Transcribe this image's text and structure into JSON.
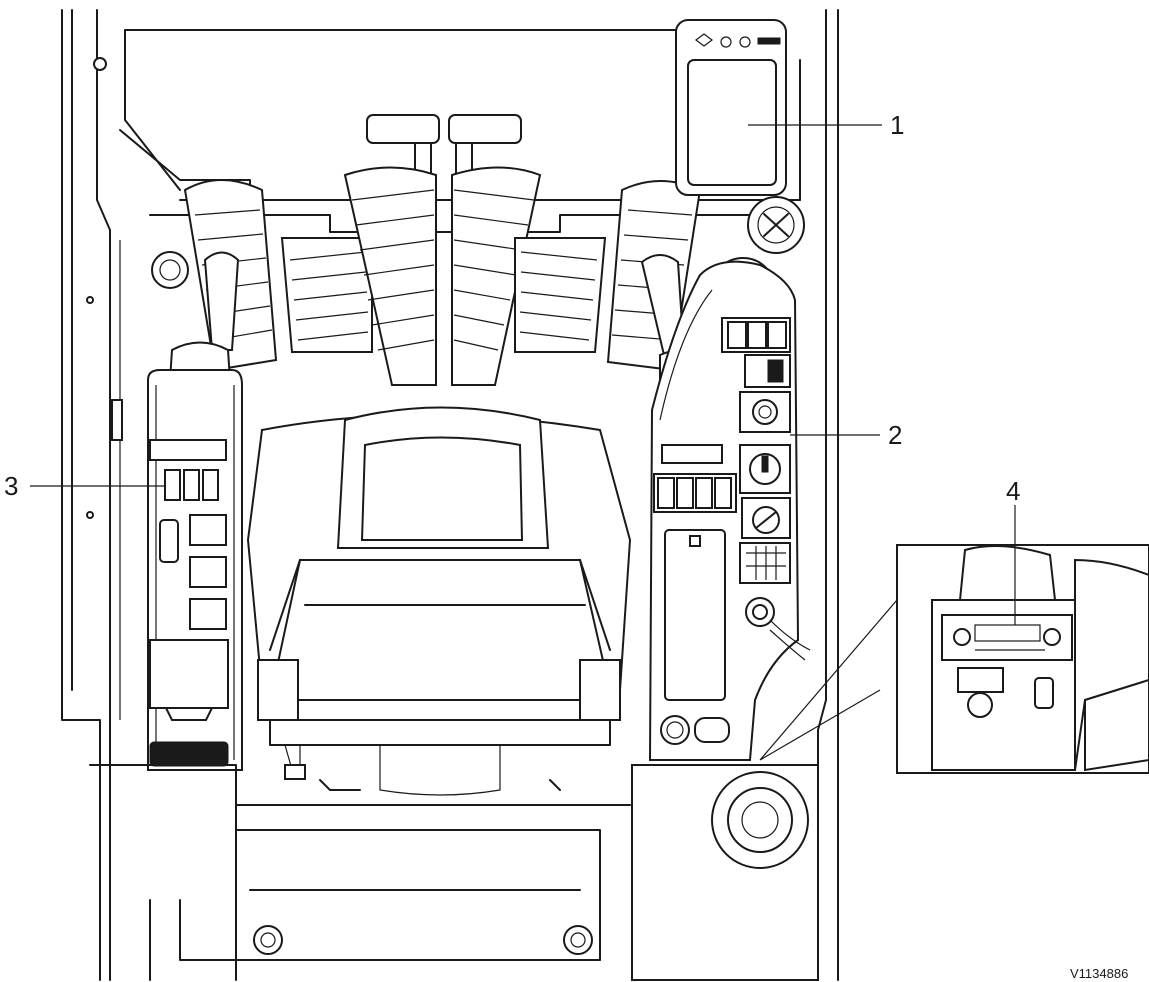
{
  "callouts": [
    {
      "id": "1",
      "label": "1",
      "target": "display-monitor"
    },
    {
      "id": "2",
      "label": "2",
      "target": "right-control-panel"
    },
    {
      "id": "3",
      "label": "3",
      "target": "left-control-panel"
    },
    {
      "id": "4",
      "label": "4",
      "target": "radio-unit"
    }
  ],
  "figure_code": "V1134886",
  "colors": {
    "line": "#1a1a1a",
    "background": "#ffffff"
  }
}
